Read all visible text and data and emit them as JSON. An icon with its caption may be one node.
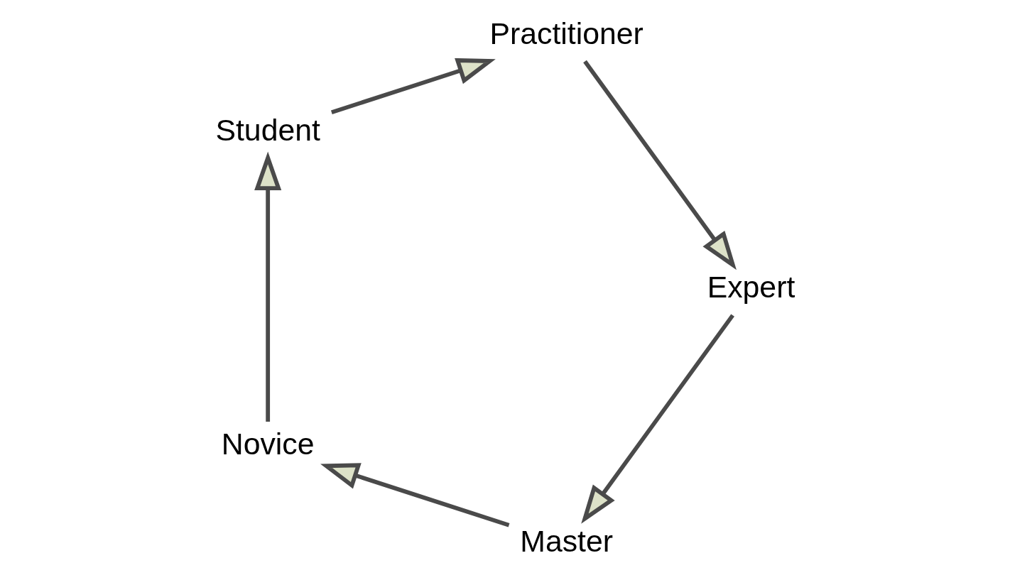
{
  "diagram": {
    "nodes": [
      {
        "text": [
          "Master"
        ]
      },
      {
        "text": [
          "Novice"
        ]
      },
      {
        "text": [
          "Student"
        ]
      },
      {
        "text": [
          "Practitioner"
        ]
      },
      {
        "text": [
          "Expert"
        ]
      }
    ],
    "edges": [
      {
        "from": 0,
        "to": 1,
        "arrow": "to"
      },
      {
        "from": 1,
        "to": 2,
        "arrow": "to"
      },
      {
        "from": 2,
        "to": 3,
        "arrow": "to"
      },
      {
        "from": 3,
        "to": 4,
        "arrow": "to"
      },
      {
        "from": 4,
        "to": 0,
        "arrow": "to"
      }
    ]
  }
}
